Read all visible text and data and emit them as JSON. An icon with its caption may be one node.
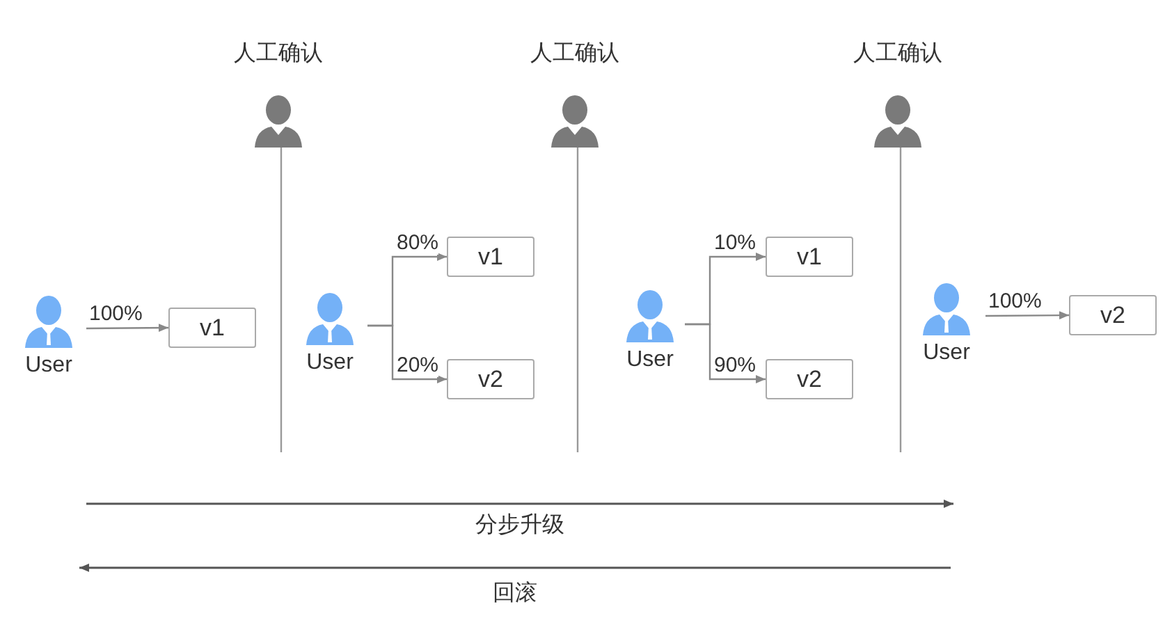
{
  "diagram": {
    "nodes": [
      {
        "text": [
          "人工确认"
        ]
      },
      {
        "text": [
          "人工确认"
        ]
      },
      {
        "text": [
          "人工确认"
        ]
      },
      {
        "text": [
          "User"
        ]
      },
      {
        "text": [
          "v1"
        ]
      },
      {
        "text": [
          "User"
        ]
      },
      {
        "text": [
          "v1"
        ]
      },
      {
        "text": [
          "v2"
        ]
      },
      {
        "text": [
          "User"
        ]
      },
      {
        "text": [
          "v1"
        ]
      },
      {
        "text": [
          "v2"
        ]
      },
      {
        "text": [
          "User"
        ]
      },
      {
        "text": [
          "v2"
        ]
      }
    ],
    "edges": [
      {
        "from": 3,
        "to": 4,
        "arrow": "to",
        "label": "100%"
      },
      {
        "from": 5,
        "to": 6,
        "arrow": "to",
        "label": "80%"
      },
      {
        "from": 5,
        "to": 7,
        "arrow": "to",
        "label": "20%"
      },
      {
        "from": 8,
        "to": 9,
        "arrow": "to",
        "label": "10%"
      },
      {
        "from": 8,
        "to": 10,
        "arrow": "to",
        "label": "90%"
      },
      {
        "from": 11,
        "to": 12,
        "arrow": "to",
        "label": "100%"
      }
    ],
    "labels": [
      "分步升级",
      "回滚"
    ]
  }
}
